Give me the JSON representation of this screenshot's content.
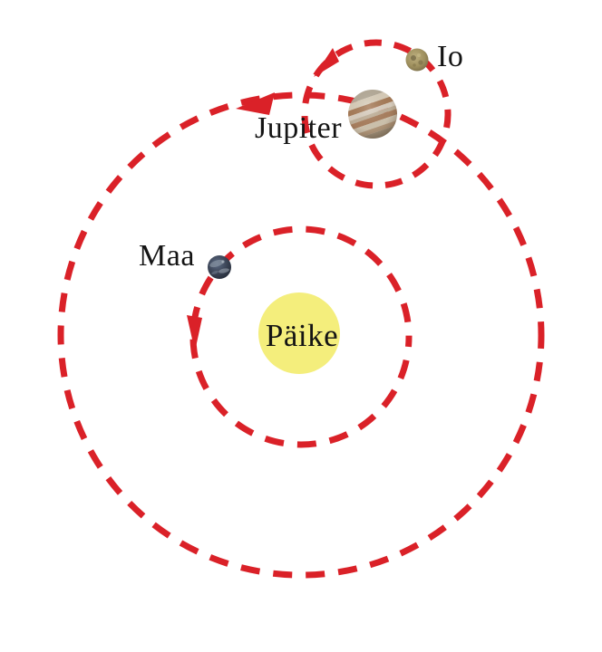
{
  "labels": {
    "sun": "Päike",
    "earth": "Maa",
    "jupiter": "Jupiter",
    "io": "Io"
  },
  "colors": {
    "orbit_red": "#da2128",
    "sun_yellow": "#f4ee7c",
    "text": "#141414",
    "background": "#ffffff"
  },
  "bodies": [
    {
      "name": "Päike",
      "type": "star",
      "orbits": null
    },
    {
      "name": "Maa",
      "type": "planet",
      "orbits": "Päike"
    },
    {
      "name": "Jupiter",
      "type": "planet",
      "orbits": "Päike"
    },
    {
      "name": "Io",
      "type": "moon",
      "orbits": "Jupiter"
    }
  ],
  "orbit_direction": "counterclockwise"
}
